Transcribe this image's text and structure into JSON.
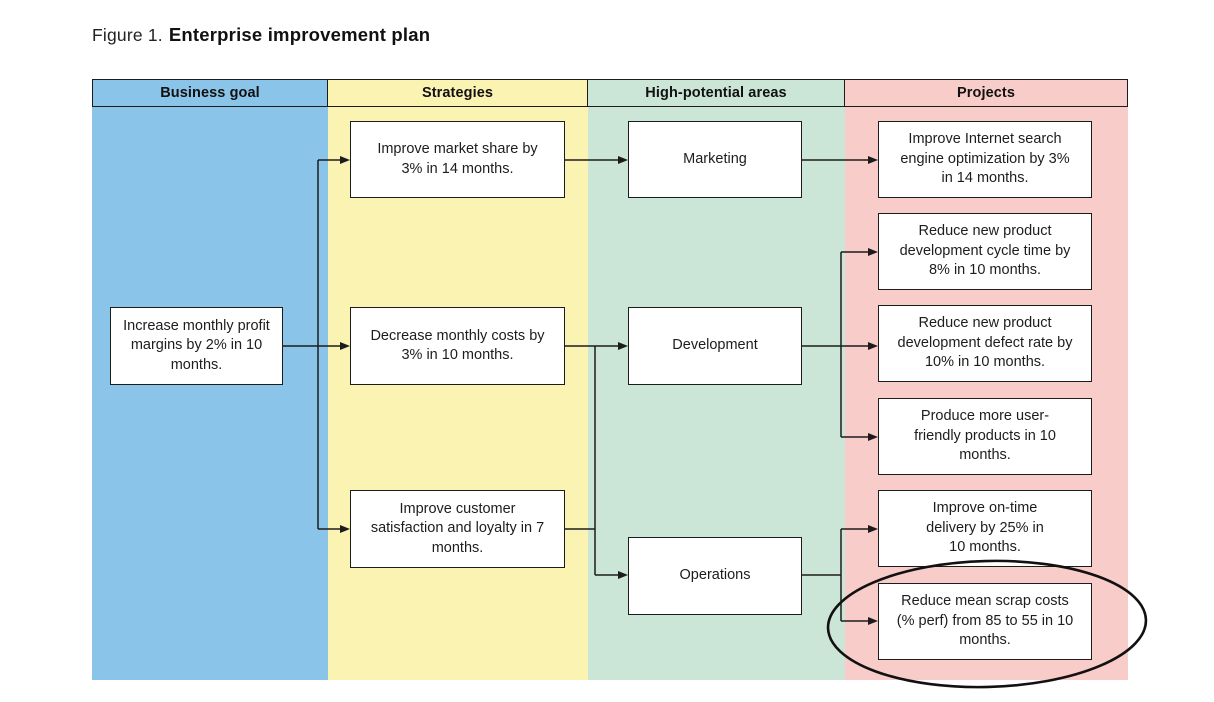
{
  "title": {
    "prefix": "Figure 1.",
    "heading": "Enterprise improvement plan"
  },
  "columns": [
    {
      "label": "Business goal",
      "color": "#8ac5e9"
    },
    {
      "label": "Strategies",
      "color": "#faf3b2"
    },
    {
      "label": "High-potential areas",
      "color": "#cbe5d7"
    },
    {
      "label": "Projects",
      "color": "#f8ccc8"
    }
  ],
  "nodes": {
    "goal": {
      "text": "Increase monthly profit margins by 2% in 10 months."
    },
    "strategy_market_share": {
      "text": "Improve market share by 3% in 14 months."
    },
    "strategy_costs": {
      "text": "Decrease monthly costs by 3% in 10 months."
    },
    "strategy_satisfaction": {
      "text": "Improve customer satisfaction and loyalty in 7 months."
    },
    "area_marketing": {
      "text": "Marketing"
    },
    "area_development": {
      "text": "Development"
    },
    "area_operations": {
      "text": "Operations"
    },
    "project_seo": {
      "text": "Improve Internet search engine optimization by 3% in 14 months."
    },
    "project_cycle_time": {
      "text": "Reduce new product development cycle time by 8% in 10 months."
    },
    "project_defect_rate": {
      "text": "Reduce new product development defect rate by 10% in 10 months."
    },
    "project_user_friendly": {
      "text": "Produce more user-friendly products in 10 months."
    },
    "project_delivery": {
      "text": "Improve on-time delivery by 25% in 10 months."
    },
    "project_scrap": {
      "text": "Reduce mean scrap costs (% perf) from 85 to 55 in 10 months."
    }
  },
  "annotation": {
    "shape": "ellipse",
    "highlights": "project_scrap"
  },
  "style_colors": {
    "ink": "#1c1c1c",
    "node_fill": "#ffffff"
  }
}
